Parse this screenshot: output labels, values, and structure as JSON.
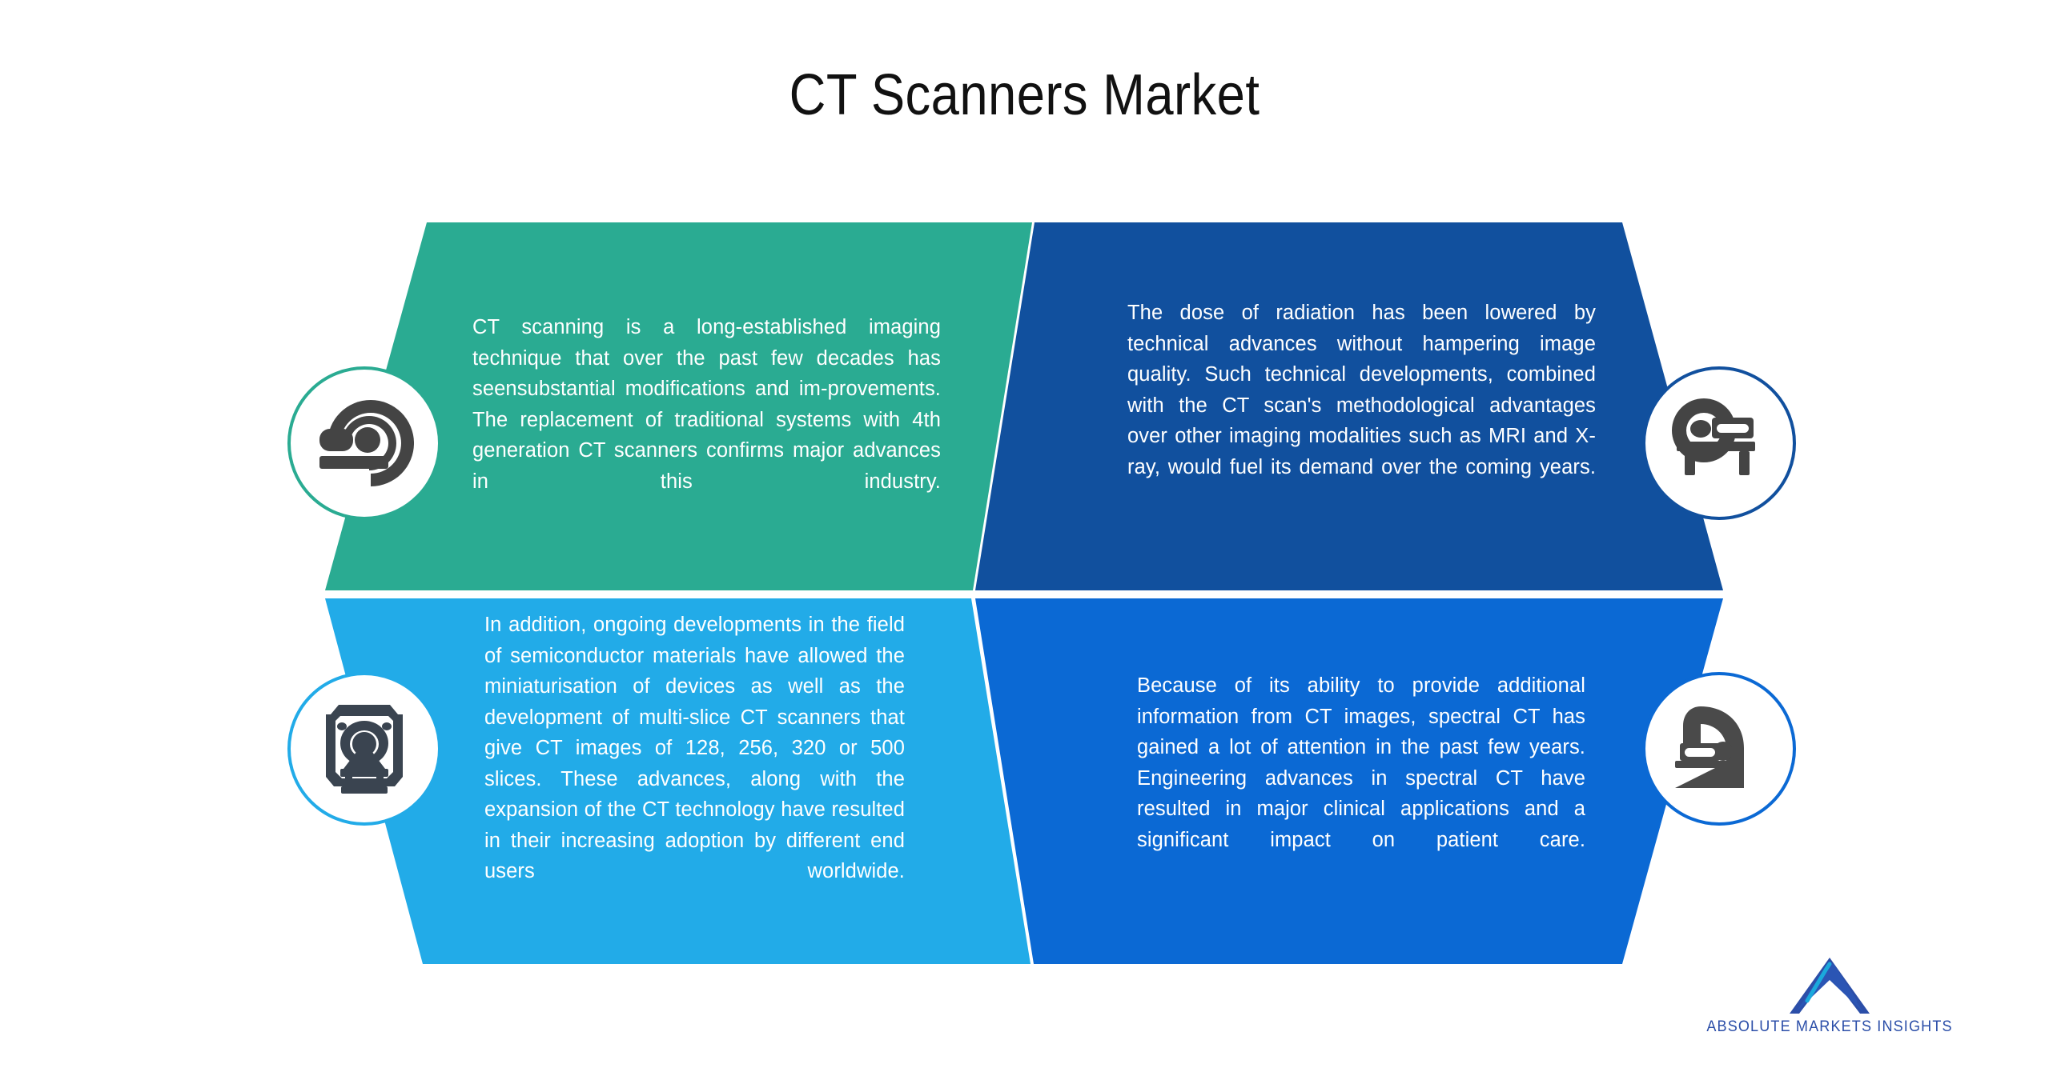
{
  "title": "CT Scanners Market",
  "colors": {
    "top_left": "#2AAB92",
    "top_right": "#11509E",
    "bottom_left": "#22ABE8",
    "bottom_right": "#0B69D4",
    "icon_glyph": "#444444",
    "logo_text": "#2B4EA8",
    "background": "#FFFFFF"
  },
  "panels": [
    {
      "id": "top-left",
      "color": "#2AAB92",
      "icon": "ct-scanner-gantry-icon",
      "text": "CT scanning is a long-established  imaging technique that over the past few decades has seensubstantial modifications and im-provements. The replacement of traditional systems with 4th generation CT scanners confirms major advances in this industry."
    },
    {
      "id": "top-right",
      "color": "#11509E",
      "icon": "ct-scanner-table-icon",
      "text": "The dose of radiation has been lowered by technical advances without hampering image quality. Such technical developments, combined with the CT scan's methodological advantages over other imaging modalities such as MRI and X-ray, would fuel its demand over the coming years."
    },
    {
      "id": "bottom-left",
      "color": "#22ABE8",
      "icon": "ct-scanner-front-icon",
      "text": "In addition, ongoing developments in the field of semiconductor materials have   allowed the miniaturisation of devices as well as the development of multi-slice CT scanners that give CT images of 128, 256, 320 or 500 slices. These advances, along with the expansion of the CT technology have resulted in their increasing adoption by  different end users worldwide."
    },
    {
      "id": "bottom-right",
      "color": "#0B69D4",
      "icon": "ct-scanner-arch-icon",
      "text": "Because of its ability to provide additional information from CT images, spectral CT has gained a lot of attention in the past few years. Engineering advances in spectral CT have resulted in major clinical applications and a significant impact on patient care."
    }
  ],
  "logo": {
    "name": "ABSOLUTE MARKETS INSIGHTS",
    "mark": "chevron-arrow-mark"
  }
}
